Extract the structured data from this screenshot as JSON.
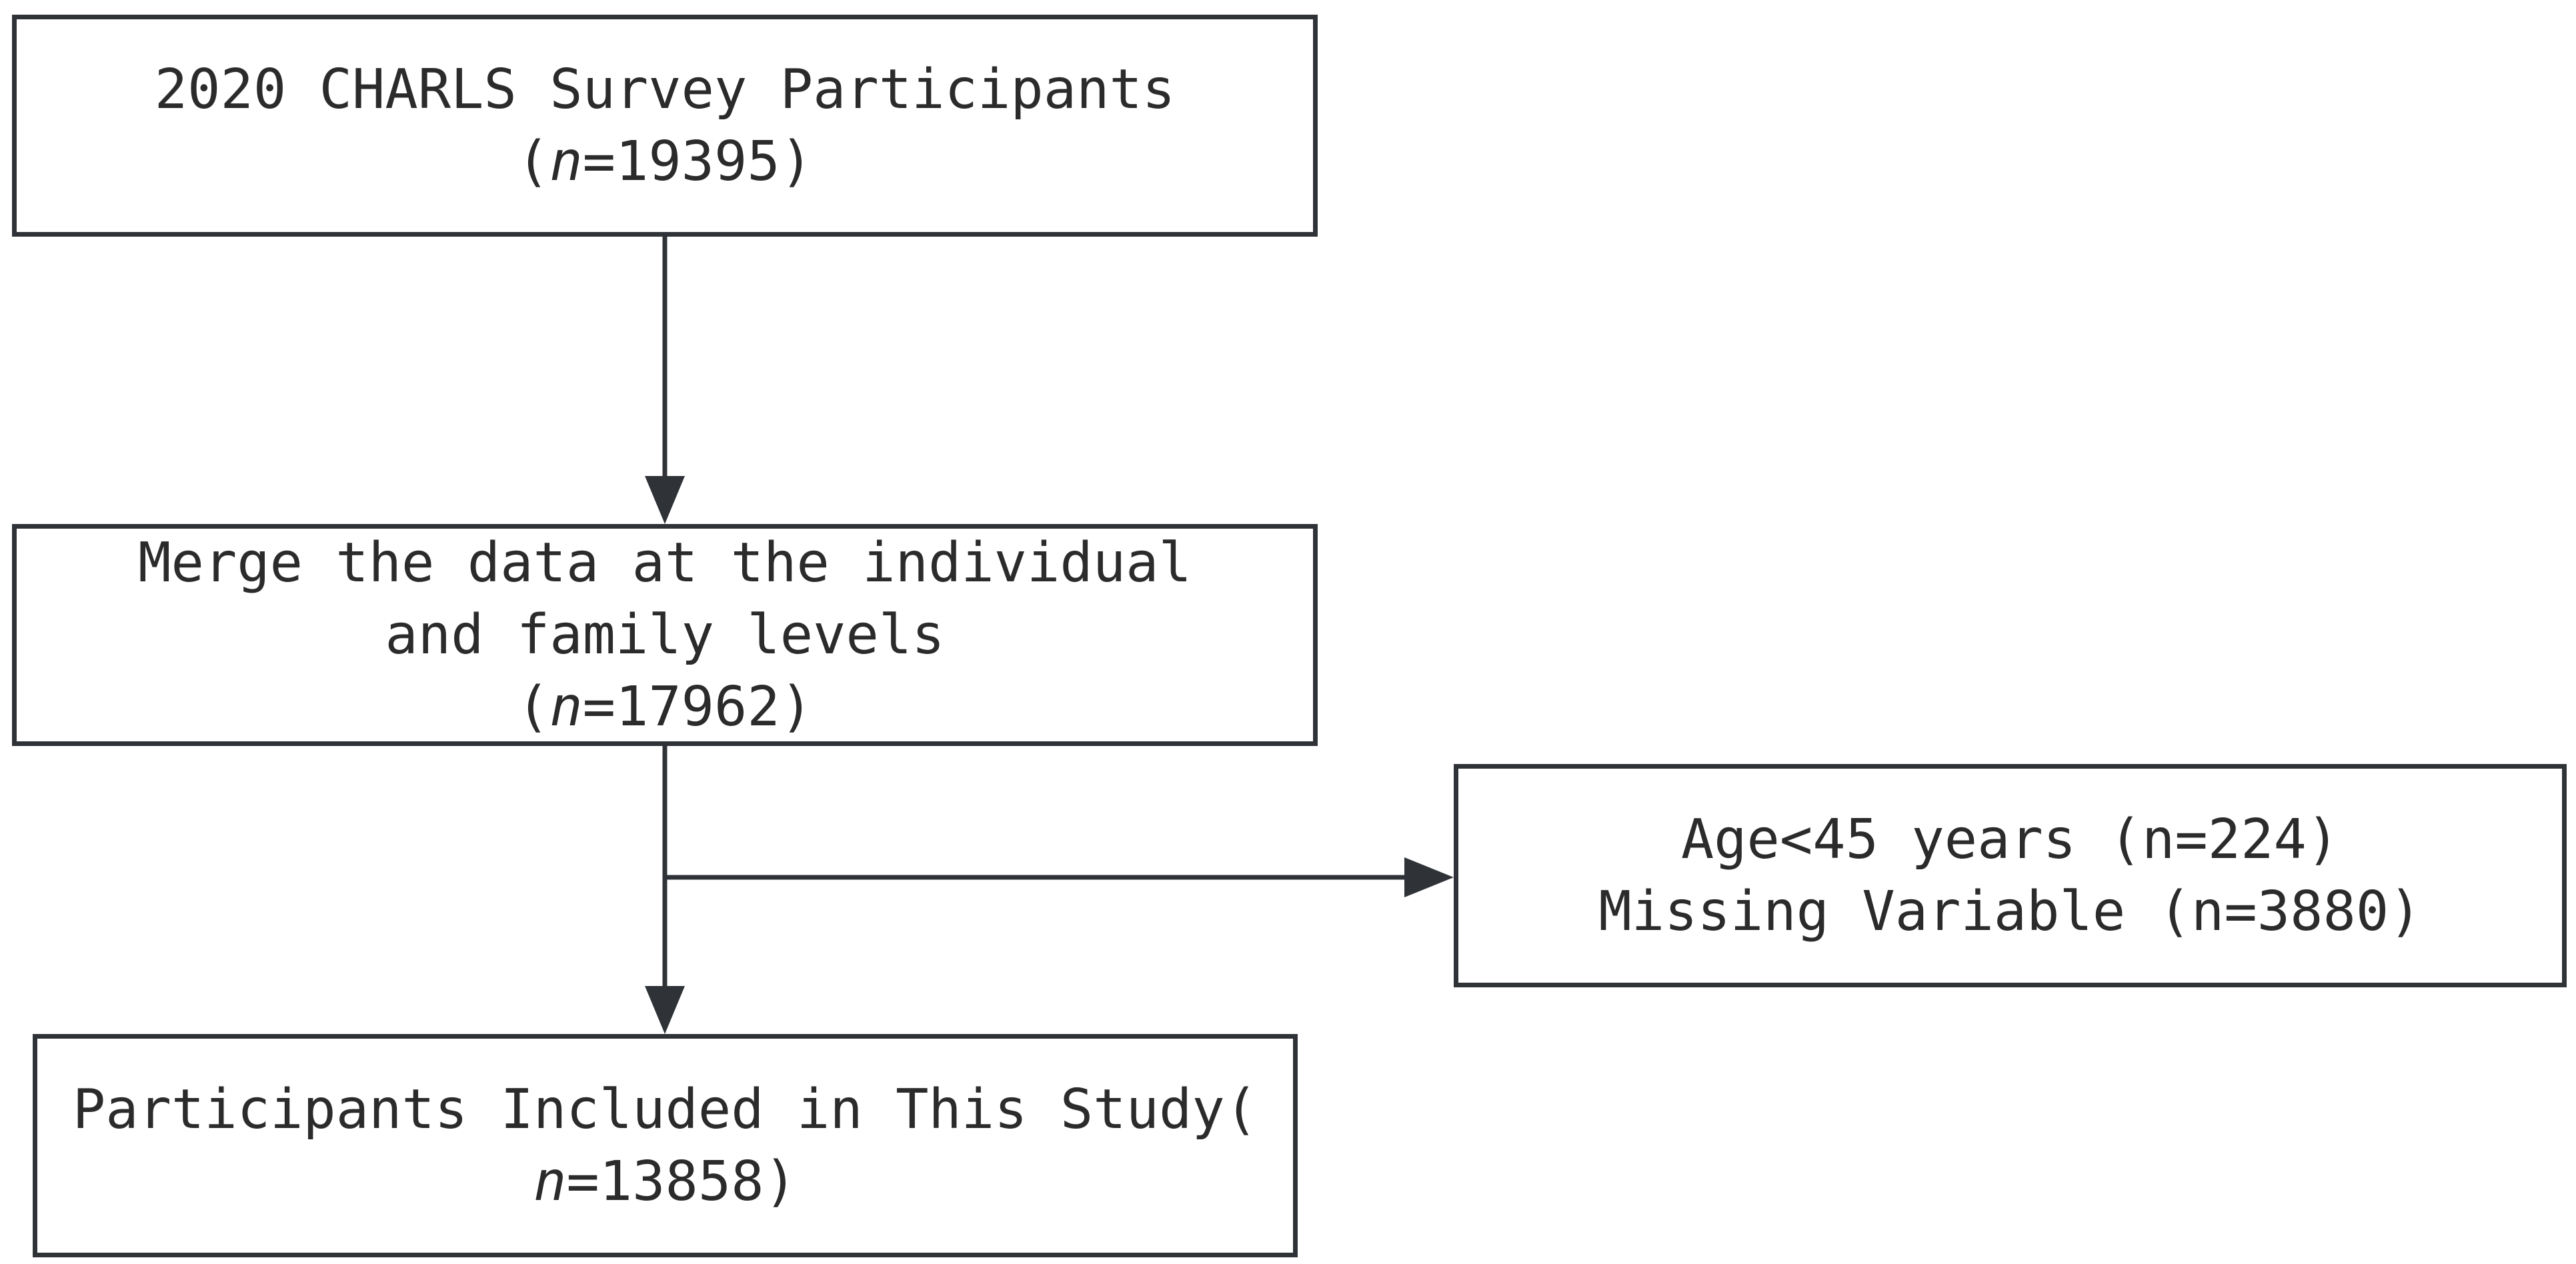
{
  "boxes": {
    "survey": {
      "line1": "2020 CHARLS Survey Participants",
      "n_symbol": "n",
      "n_value": "=19395"
    },
    "merge": {
      "line1": "Merge the data at the individual",
      "line2": "and family levels",
      "n_symbol": "n",
      "n_value": "=17962"
    },
    "excluded": {
      "line1": "Age<45 years (n=224)",
      "line2": "Missing Variable (n=3880)"
    },
    "included": {
      "line1": "Participants Included in This Study(",
      "n_symbol": "n",
      "n_value": "=13858)"
    }
  },
  "colors": {
    "stroke": "#2f3338",
    "text": "#2b2b2b",
    "background": "#ffffff"
  }
}
